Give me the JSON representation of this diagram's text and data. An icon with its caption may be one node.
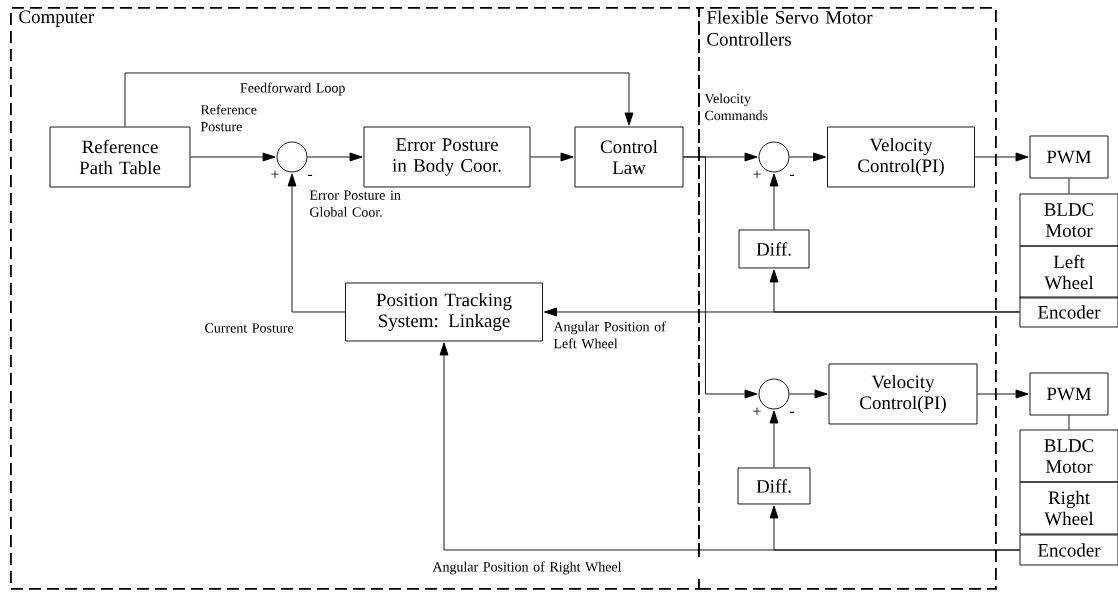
{
  "diagram": {
    "nodes": [
      {
        "text": [
          "Computer"
        ]
      },
      {
        "text": [
          "Flexible Servo Motor Controllers"
        ]
      },
      {
        "text": [
          "Reference Path Table"
        ],
        "in": 0
      },
      {
        "text": [],
        "shape": "circle",
        "beside": [
          "+",
          "-"
        ],
        "in": 0
      },
      {
        "text": [
          "Error Posture in Body Coor."
        ],
        "in": 0
      },
      {
        "text": [
          "Control Law"
        ],
        "in": 0
      },
      {
        "text": [
          "Position Tracking System: Linkage"
        ],
        "in": 0
      },
      {
        "text": [],
        "shape": "circle",
        "beside": [
          "+",
          "-"
        ],
        "in": 1
      },
      {
        "text": [
          "Velocity Control(PI)"
        ],
        "in": 1
      },
      {
        "text": [
          "Diff."
        ],
        "in": 1
      },
      {
        "text": [],
        "shape": "circle",
        "beside": [
          "+",
          "-"
        ],
        "in": 1
      },
      {
        "text": [
          "Velocity Control(PI)"
        ],
        "in": 1
      },
      {
        "text": [
          "Diff."
        ],
        "in": 1
      },
      {
        "text": [
          "PWM"
        ]
      },
      {
        "text": [
          "BLDC Motor"
        ]
      },
      {
        "text": [
          "Left Wheel"
        ]
      },
      {
        "text": [
          "Encoder"
        ]
      },
      {
        "text": [
          "PWM"
        ]
      },
      {
        "text": [
          "BLDC Motor"
        ]
      },
      {
        "text": [
          "Right Wheel"
        ]
      },
      {
        "text": [
          "Encoder"
        ]
      }
    ],
    "edges": [
      {
        "from": 2,
        "to": 3,
        "arrow": "to",
        "label": "Reference Posture"
      },
      {
        "from": 2,
        "to": 5,
        "arrow": "to",
        "label": "Feedforward Loop"
      },
      {
        "from": 3,
        "to": 4,
        "arrow": "to",
        "label": "Error Posture in Global Coor."
      },
      {
        "from": 6,
        "to": 3,
        "arrow": "to",
        "label": "Current Posture"
      },
      {
        "from": 4,
        "to": 5,
        "arrow": "to"
      },
      {
        "from": 5,
        "to": 7,
        "arrow": "to",
        "label": "Velocity Commands"
      },
      {
        "from": 5,
        "to": 10,
        "arrow": "to"
      },
      {
        "from": 7,
        "to": 8,
        "arrow": "to"
      },
      {
        "from": 9,
        "to": 7,
        "arrow": "to"
      },
      {
        "from": 8,
        "to": 13,
        "arrow": "to"
      },
      {
        "from": 13,
        "to": 14,
        "arrow": "none"
      },
      {
        "from": 16,
        "to": 6,
        "arrow": "to",
        "label": "Angular Position of Left Wheel"
      },
      {
        "from": 16,
        "to": 9,
        "arrow": "to"
      },
      {
        "from": 10,
        "to": 11,
        "arrow": "to"
      },
      {
        "from": 12,
        "to": 10,
        "arrow": "to"
      },
      {
        "from": 11,
        "to": 17,
        "arrow": "to"
      },
      {
        "from": 17,
        "to": 18,
        "arrow": "none"
      },
      {
        "from": 20,
        "to": 6,
        "arrow": "to",
        "label": "Angular Position of Right Wheel"
      },
      {
        "from": 20,
        "to": 12,
        "arrow": "to"
      }
    ]
  }
}
